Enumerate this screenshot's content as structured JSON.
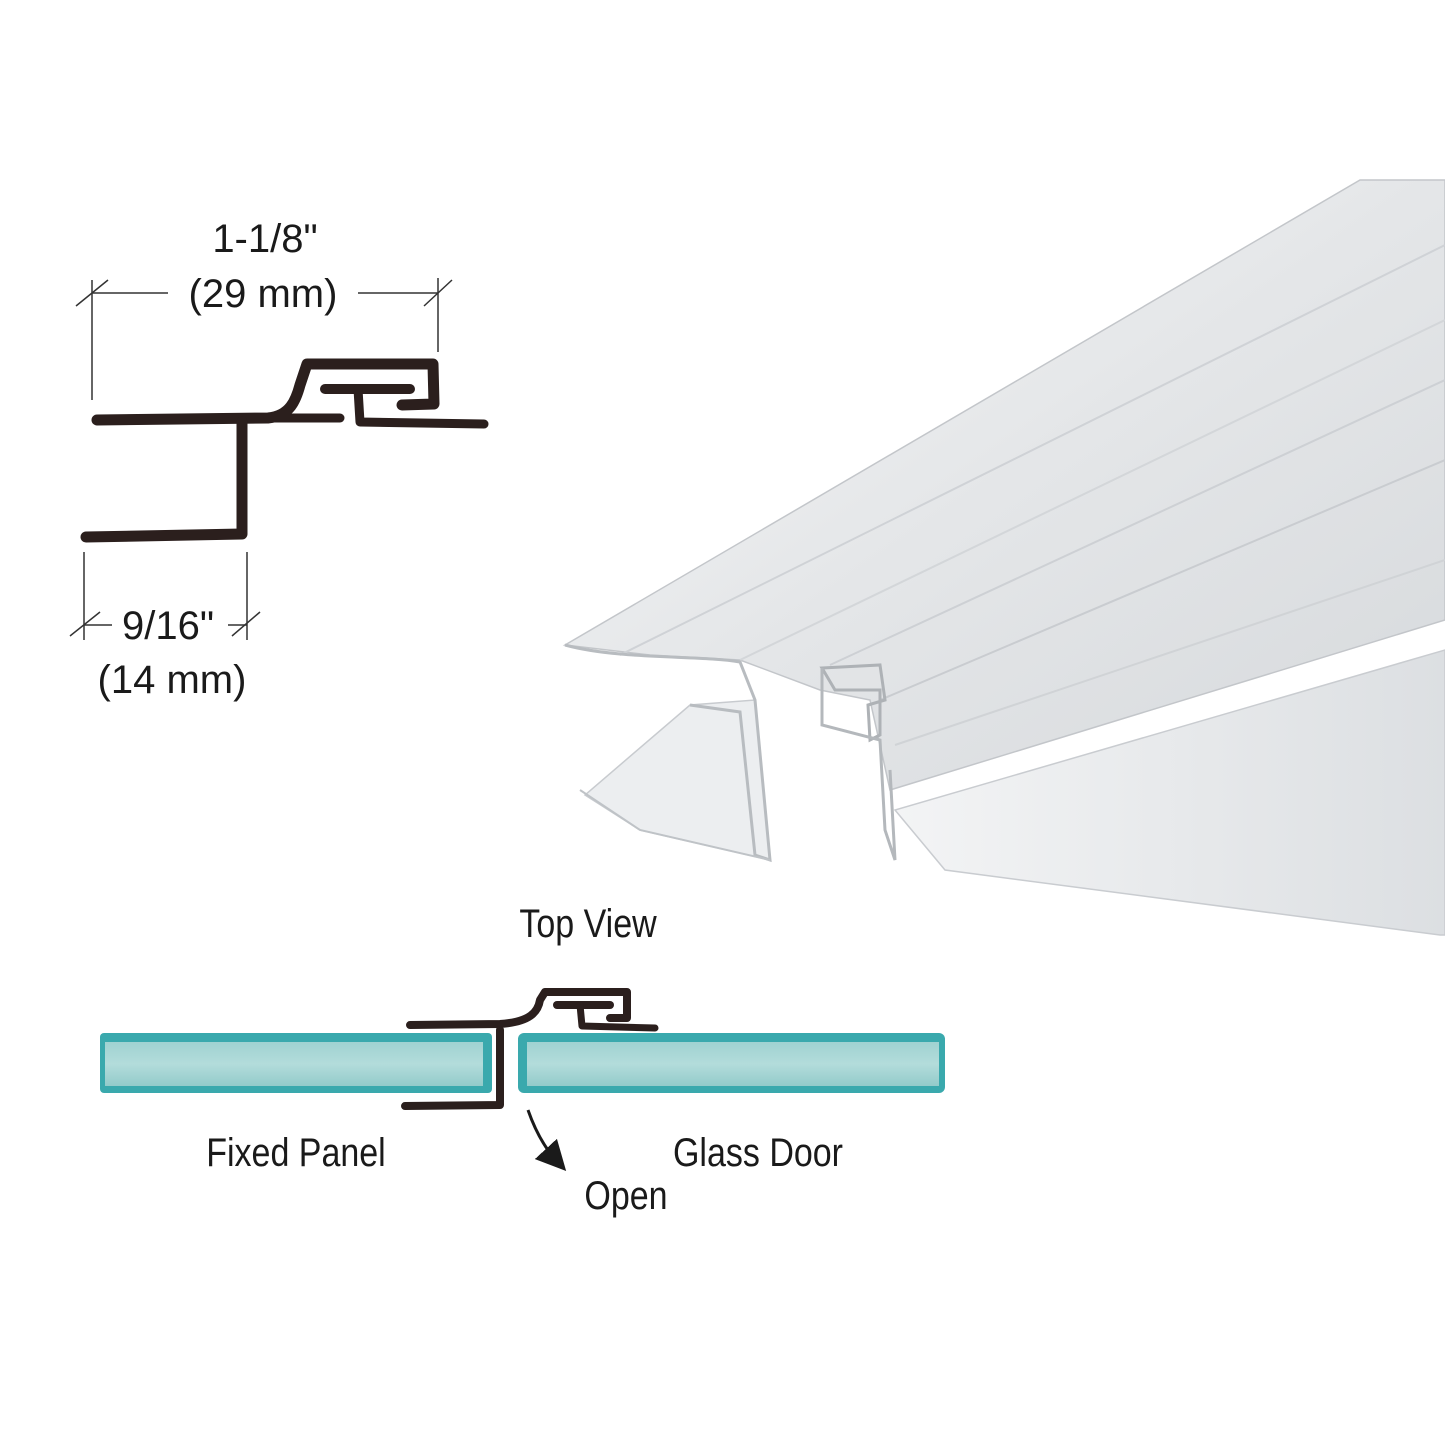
{
  "dimensions": {
    "overall_width_in": "1-1/8\"",
    "overall_width_mm": "(29 mm)",
    "leg_width_in": "9/16\"",
    "leg_width_mm": "(14 mm)"
  },
  "top_view": {
    "title": "Top View",
    "fixed_panel_label": "Fixed Panel",
    "glass_door_label": "Glass Door",
    "open_label": "Open"
  },
  "colors": {
    "profile": "#2b1f1d",
    "glass_edge": "#3aa9ad",
    "glass_face": "#a9d6d5",
    "product_clear": "#e8eaec"
  }
}
